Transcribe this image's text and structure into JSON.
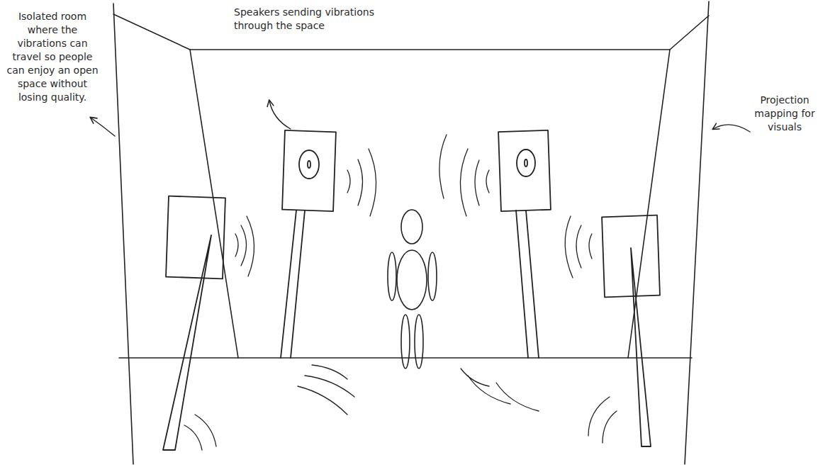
{
  "diagram": {
    "labels": [
      "Isolated room where the vibrations can travel so people can enjoy an open space without losing quality.",
      "Speakers sending vibrations through the space",
      "Projection mapping for visuals"
    ]
  }
}
